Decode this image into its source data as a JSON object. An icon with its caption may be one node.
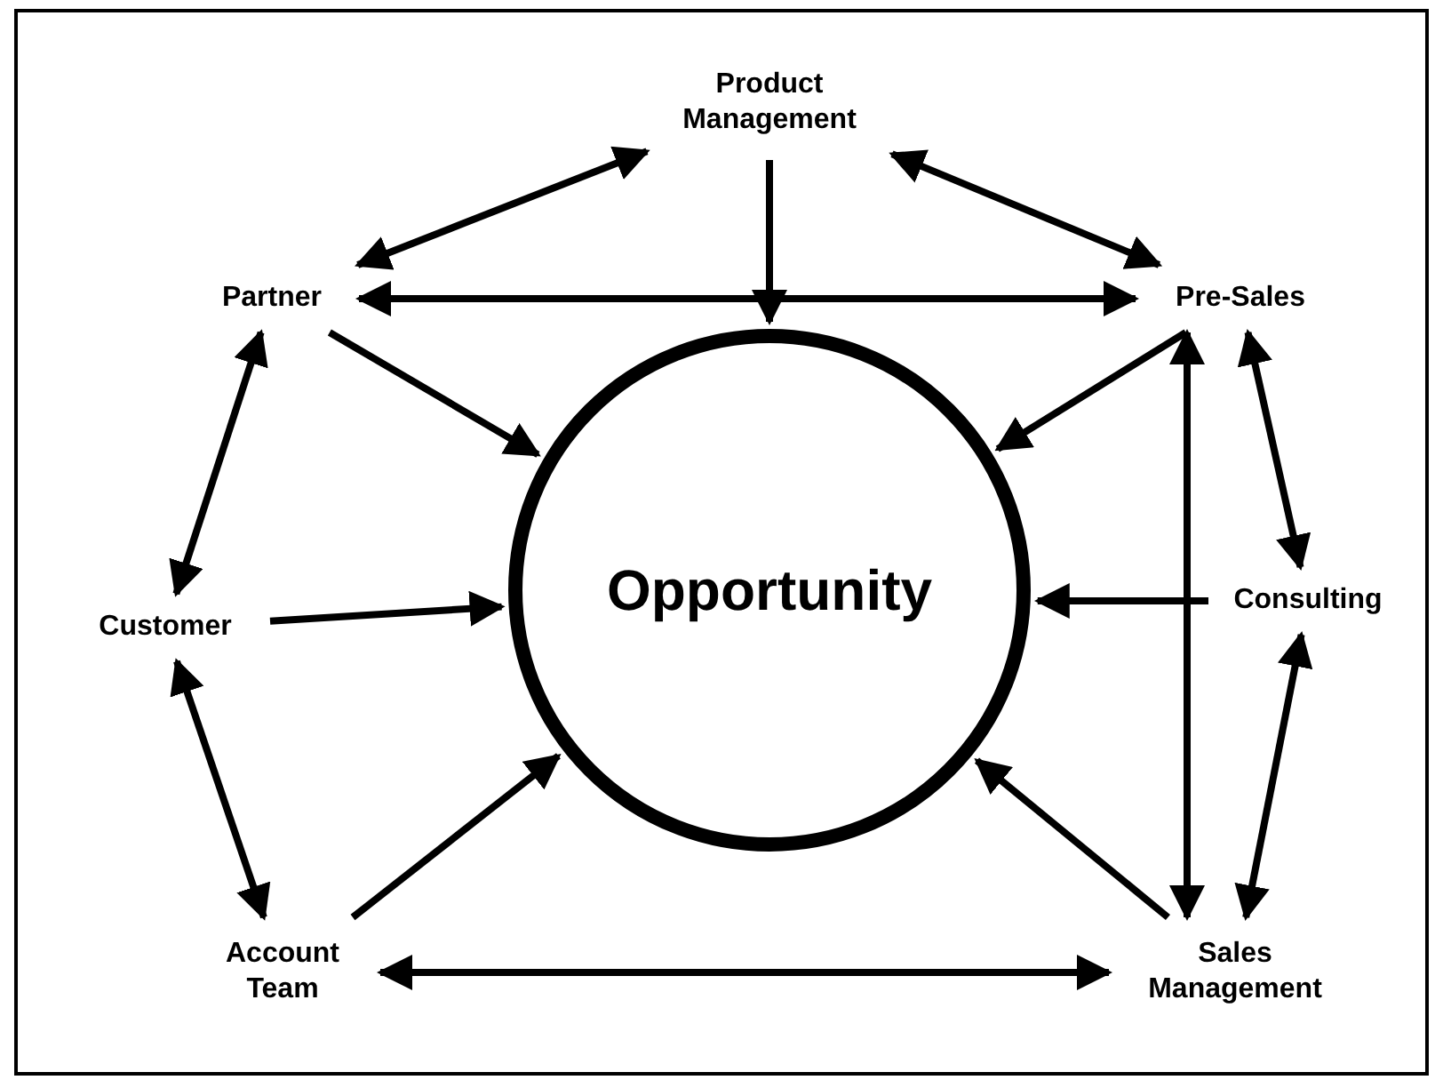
{
  "diagram": {
    "nodes": [
      {
        "text": [
          "Product Management"
        ]
      },
      {
        "text": [
          "Partner"
        ]
      },
      {
        "text": [
          "Pre-Sales"
        ]
      },
      {
        "text": [
          "Opportunity"
        ]
      },
      {
        "text": [
          "Customer"
        ]
      },
      {
        "text": [
          "Consulting"
        ]
      },
      {
        "text": [
          "Account Team"
        ]
      },
      {
        "text": [
          "Sales Management"
        ]
      }
    ],
    "edges": [
      {
        "from": 0,
        "to": 1,
        "arrow": "both"
      },
      {
        "from": 0,
        "to": 2,
        "arrow": "both"
      },
      {
        "from": 1,
        "to": 4,
        "arrow": "both"
      },
      {
        "from": 4,
        "to": 6,
        "arrow": "both"
      },
      {
        "from": 2,
        "to": 5,
        "arrow": "both"
      },
      {
        "from": 5,
        "to": 7,
        "arrow": "both"
      },
      {
        "from": 6,
        "to": 7,
        "arrow": "both"
      },
      {
        "from": 1,
        "to": 2,
        "arrow": "both"
      },
      {
        "from": 2,
        "to": 7,
        "arrow": "both"
      },
      {
        "from": 0,
        "to": 3,
        "arrow": "to"
      },
      {
        "from": 1,
        "to": 3,
        "arrow": "to"
      },
      {
        "from": 2,
        "to": 3,
        "arrow": "to"
      },
      {
        "from": 4,
        "to": 3,
        "arrow": "to"
      },
      {
        "from": 5,
        "to": 3,
        "arrow": "to"
      },
      {
        "from": 6,
        "to": 3,
        "arrow": "to"
      },
      {
        "from": 7,
        "to": 3,
        "arrow": "to"
      }
    ]
  }
}
